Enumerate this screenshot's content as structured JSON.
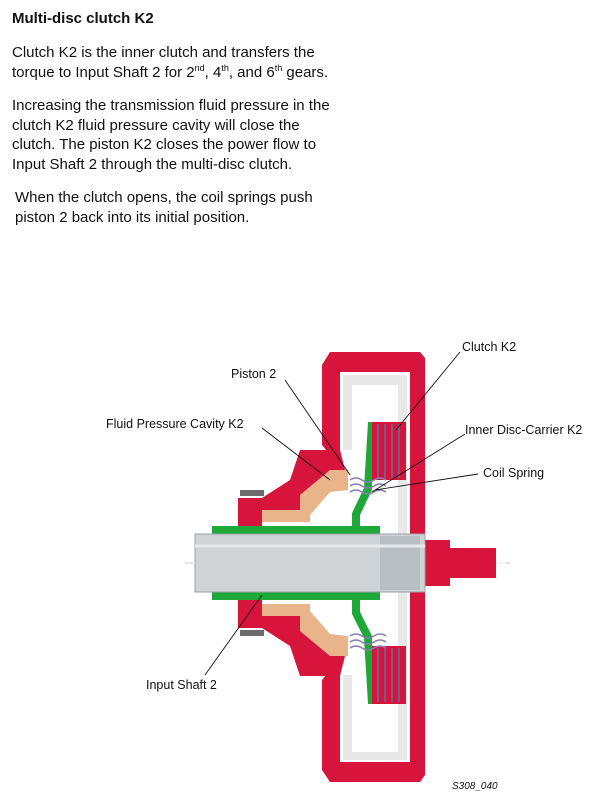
{
  "title": "Multi-disc clutch K2",
  "para1": {
    "pre": "Clutch K2 is the inner clutch and transfers the torque to Input Shaft 2 for 2",
    "sup1": "nd",
    "mid1": ", 4",
    "sup2": "th",
    "mid2": ", and 6",
    "sup3": "th",
    "post": " gears."
  },
  "para2": "Increasing the transmission fluid pressure in the clutch K2 fluid pressure cavity will close the clutch. The piston K2 closes the power flow to Input Shaft 2 through the multi-disc clutch.",
  "para3": "When the clutch opens, the coil springs push piston 2 back into its initial position.",
  "labels": {
    "clutch_k2": "Clutch K2",
    "piston_2": "Piston 2",
    "fluid_cavity": "Fluid Pressure Cavity K2",
    "inner_disc_carrier": "Inner Disc-Carrier K2",
    "coil_spring": "Coil Spring",
    "input_shaft": "Input Shaft 2"
  },
  "figure_id": "S308_040",
  "colors": {
    "housing_red": "#d6143c",
    "carrier_green": "#1fa83a",
    "piston_tan": "#e9b48a",
    "shaft_grey": "#cfd3d6",
    "spring_purple": "#8a7fb8"
  }
}
